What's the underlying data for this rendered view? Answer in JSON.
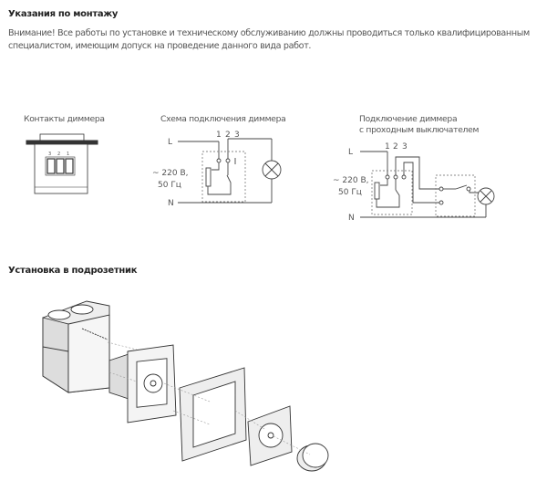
{
  "instructions": {
    "title": "Указания по монтажу",
    "line1": "Внимание! Все работы по установке и техническому обслуживанию должны проводиться только квалифицированным",
    "line2": "специалистом, имеющим допуск на проведение данного вида работ."
  },
  "diagrams": {
    "contacts": {
      "title": "Контакты диммера",
      "terminals": [
        "3",
        "2",
        "1"
      ]
    },
    "wiring": {
      "title": "Схема подключения диммера",
      "L": "L",
      "N": "N",
      "voltage": "~ 220 В,",
      "freq": "50 Гц",
      "terminals": [
        "1",
        "2",
        "3"
      ]
    },
    "passthrough": {
      "title_line1": "Подключение диммера",
      "title_line2": "с проходным выключателем",
      "L": "L",
      "N": "N",
      "voltage": "~ 220 В,",
      "freq": "50 Гц",
      "terminals": [
        "1",
        "2",
        "3"
      ]
    }
  },
  "installation": {
    "title": "Установка в подрозетник"
  }
}
